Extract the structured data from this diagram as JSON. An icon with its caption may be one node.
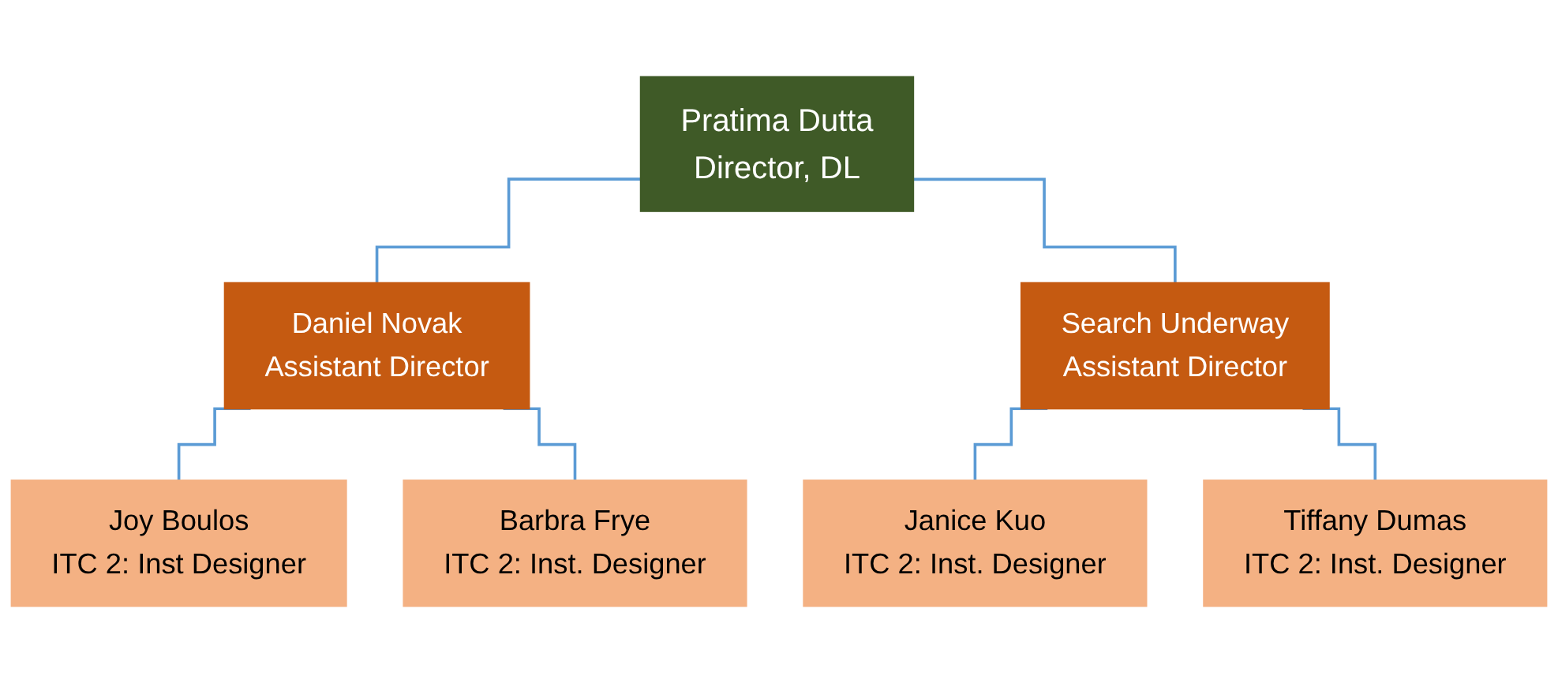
{
  "diagram": {
    "nodes": [
      {
        "text": [
          "Pratima Dutta",
          "Director, DL"
        ]
      },
      {
        "text": [
          "Daniel Novak",
          "Assistant Director"
        ]
      },
      {
        "text": [
          "Search Underway",
          "Assistant Director"
        ]
      },
      {
        "text": [
          "Joy Boulos",
          "ITC 2: Inst Designer"
        ]
      },
      {
        "text": [
          "Barbra Frye",
          "ITC 2: Inst. Designer"
        ]
      },
      {
        "text": [
          "Janice Kuo",
          "ITC 2: Inst. Designer"
        ]
      },
      {
        "text": [
          "Tiffany Dumas",
          "ITC 2: Inst. Designer"
        ]
      }
    ],
    "edges": [
      {
        "from": 0,
        "to": 1,
        "arrow": "none"
      },
      {
        "from": 0,
        "to": 2,
        "arrow": "none"
      },
      {
        "from": 1,
        "to": 3,
        "arrow": "none"
      },
      {
        "from": 1,
        "to": 4,
        "arrow": "none"
      },
      {
        "from": 2,
        "to": 5,
        "arrow": "none"
      },
      {
        "from": 2,
        "to": 6,
        "arrow": "none"
      }
    ]
  }
}
